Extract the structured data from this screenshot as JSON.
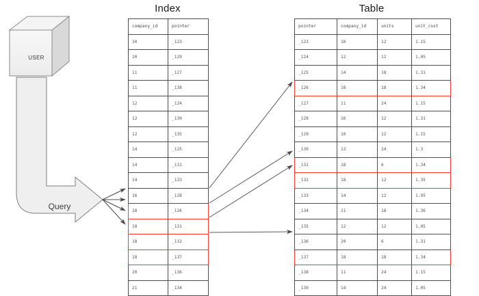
{
  "diagram": {
    "background": "#ffffff",
    "highlight_color": "#ff3b30",
    "line_color": "#4d4d4d",
    "shape_fill": "#f0f0f0"
  },
  "actor": {
    "label": "USER",
    "shape": "cube-3d"
  },
  "flow": {
    "label": "Query",
    "shape": "block-arrow",
    "fan_out_count": 4
  },
  "index": {
    "title": "Index",
    "columns": [
      "company_id",
      "pointer"
    ],
    "rows": [
      {
        "company_id": "10",
        "pointer": "_123",
        "highlight": false
      },
      {
        "company_id": "10",
        "pointer": "_129",
        "highlight": false
      },
      {
        "company_id": "11",
        "pointer": "_127",
        "highlight": false
      },
      {
        "company_id": "11",
        "pointer": "_138",
        "highlight": false
      },
      {
        "company_id": "12",
        "pointer": "_124",
        "highlight": false
      },
      {
        "company_id": "12",
        "pointer": "_130",
        "highlight": false
      },
      {
        "company_id": "12",
        "pointer": "_135",
        "highlight": false
      },
      {
        "company_id": "14",
        "pointer": "_125",
        "highlight": false
      },
      {
        "company_id": "14",
        "pointer": "_131",
        "highlight": false
      },
      {
        "company_id": "14",
        "pointer": "_133",
        "highlight": false
      },
      {
        "company_id": "16",
        "pointer": "_128",
        "highlight": false
      },
      {
        "company_id": "18",
        "pointer": "_126",
        "highlight": true
      },
      {
        "company_id": "18",
        "pointer": "_131",
        "highlight": true
      },
      {
        "company_id": "18",
        "pointer": "_132",
        "highlight": true
      },
      {
        "company_id": "18",
        "pointer": "_137",
        "highlight": true
      },
      {
        "company_id": "20",
        "pointer": "_136",
        "highlight": false
      },
      {
        "company_id": "21",
        "pointer": "_134",
        "highlight": false
      }
    ]
  },
  "table": {
    "title": "Table",
    "columns": [
      "pointer",
      "company_id",
      "units",
      "unit_cost"
    ],
    "rows": [
      {
        "pointer": "_123",
        "company_id": "10",
        "units": "12",
        "unit_cost": "1.15",
        "highlight": false
      },
      {
        "pointer": "_124",
        "company_id": "12",
        "units": "12",
        "unit_cost": "1.05",
        "highlight": false
      },
      {
        "pointer": "_125",
        "company_id": "14",
        "units": "18",
        "unit_cost": "1.31",
        "highlight": false
      },
      {
        "pointer": "_126",
        "company_id": "18",
        "units": "18",
        "unit_cost": "1.34",
        "highlight": true
      },
      {
        "pointer": "_127",
        "company_id": "11",
        "units": "24",
        "unit_cost": "1.15",
        "highlight": false
      },
      {
        "pointer": "_128",
        "company_id": "16",
        "units": "12",
        "unit_cost": "1.31",
        "highlight": false
      },
      {
        "pointer": "_129",
        "company_id": "10",
        "units": "12",
        "unit_cost": "1.15",
        "highlight": false
      },
      {
        "pointer": "_130",
        "company_id": "12",
        "units": "24",
        "unit_cost": "1.3",
        "highlight": false
      },
      {
        "pointer": "_131",
        "company_id": "18",
        "units": "6",
        "unit_cost": "1.34",
        "highlight": true
      },
      {
        "pointer": "_132",
        "company_id": "18",
        "units": "12",
        "unit_cost": "1.35",
        "highlight": true
      },
      {
        "pointer": "_133",
        "company_id": "14",
        "units": "12",
        "unit_cost": "1.95",
        "highlight": false
      },
      {
        "pointer": "_134",
        "company_id": "21",
        "units": "18",
        "unit_cost": "1.36",
        "highlight": false
      },
      {
        "pointer": "_135",
        "company_id": "12",
        "units": "12",
        "unit_cost": "1.05",
        "highlight": false
      },
      {
        "pointer": "_136",
        "company_id": "20",
        "units": "6",
        "unit_cost": "1.31",
        "highlight": false
      },
      {
        "pointer": "_137",
        "company_id": "18",
        "units": "18",
        "unit_cost": "1.34",
        "highlight": true
      },
      {
        "pointer": "_138",
        "company_id": "11",
        "units": "24",
        "unit_cost": "1.15",
        "highlight": false
      },
      {
        "pointer": "_139",
        "company_id": "14",
        "units": "24",
        "unit_cost": "1.05",
        "highlight": false
      }
    ]
  },
  "connectors": [
    {
      "from": "_126",
      "to": "_126"
    },
    {
      "from": "_131",
      "to": "_131"
    },
    {
      "from": "_132",
      "to": "_132"
    },
    {
      "from": "_137",
      "to": "_137"
    }
  ]
}
